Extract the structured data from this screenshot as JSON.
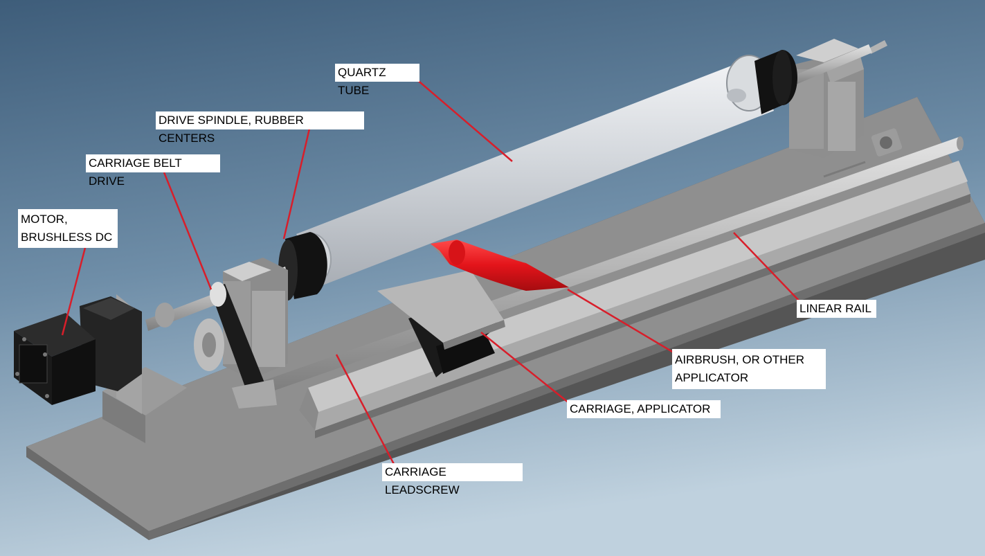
{
  "diagram": {
    "callouts": {
      "quartz_tube": "QUARTZ TUBE",
      "drive_spindle": "DRIVE SPINDLE,  RUBBER CENTERS",
      "carriage_belt_drive": "CARRIAGE BELT DRIVE",
      "motor": "MOTOR,\nBRUSHLESS DC",
      "linear_rail": "LINEAR RAIL",
      "airbrush": "AIRBRUSH, OR OTHER\nAPPLICATOR",
      "carriage_applicator": "CARRIAGE, APPLICATOR",
      "carriage_leadscrew": "CARRIAGE LEADSCREW"
    },
    "colors": {
      "background_top": "#3f5f7c",
      "background_bottom": "#b9cddb",
      "leader_line": "#d81e2a",
      "applicator": "#e8141a",
      "base_plate": "#8a8a8a",
      "tube": "#d4d8de",
      "black_parts": "#121212"
    }
  }
}
